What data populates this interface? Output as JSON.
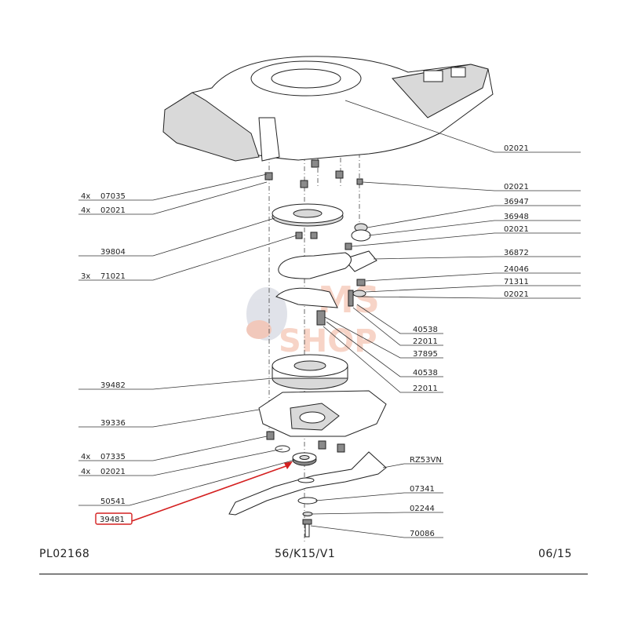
{
  "labels_left": [
    {
      "qty": "4x",
      "code": "07035"
    },
    {
      "qty": "4x",
      "code": "02021"
    },
    {
      "qty": "",
      "code": "39804"
    },
    {
      "qty": "3x",
      "code": "71021"
    },
    {
      "qty": "",
      "code": "39482"
    },
    {
      "qty": "",
      "code": "39336"
    },
    {
      "qty": "4x",
      "code": "07335"
    },
    {
      "qty": "4x",
      "code": "02021"
    },
    {
      "qty": "",
      "code": "50541"
    },
    {
      "qty": "",
      "code": "39481"
    }
  ],
  "labels_right": [
    "02021",
    "02021",
    "36947",
    "36948",
    "02021",
    "36872",
    "24046",
    "71311",
    "02021",
    "40538",
    "22011",
    "37895",
    "40538",
    "22011",
    "RZ53VN",
    "07341",
    "02244",
    "70086"
  ],
  "highlight_code": "39481",
  "highlight_color": "#d42020",
  "watermark": {
    "line1": "MS",
    "line2": "SHOP",
    "color": "#f3b9a3"
  },
  "footer": {
    "left": "PL02168",
    "center": "56/K15/V1",
    "right": "06/15"
  }
}
